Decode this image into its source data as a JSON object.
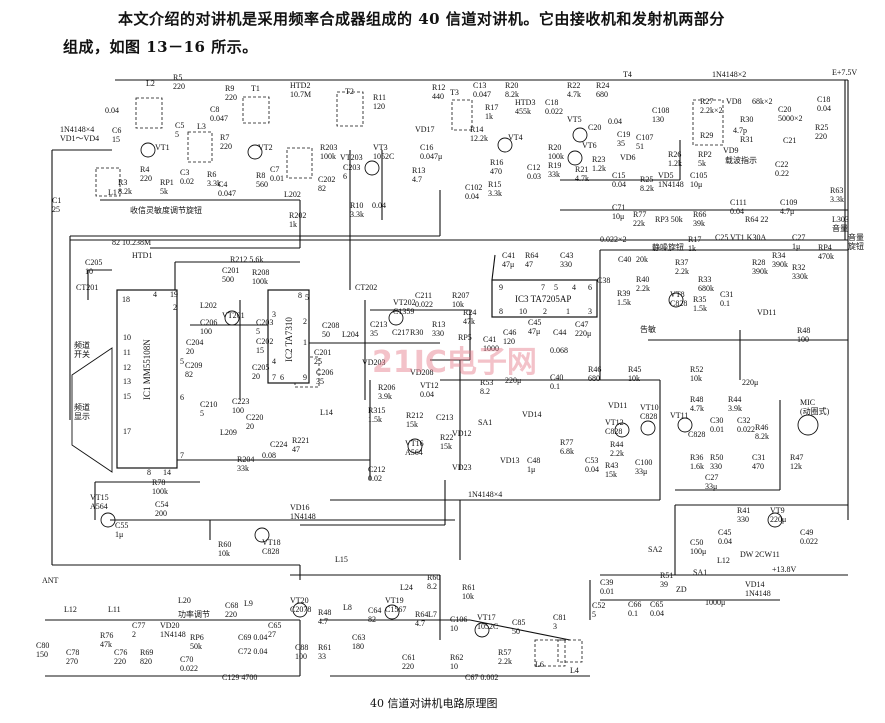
{
  "intro": {
    "line1": "本文介绍的对讲机是采用频率合成器组成的 40 信道对讲机。它由接收机和发射机两部分",
    "line2": "组成，如图 13－16 所示。"
  },
  "caption": "40 信道对讲机电路原理图",
  "watermark": "21IC电子网",
  "ic1": {
    "name": "IC1  MM55108N",
    "pins": [
      "18",
      "4",
      "19",
      "2",
      "10",
      "11",
      "12",
      "13",
      "15",
      "17",
      "5",
      "6",
      "7",
      "8",
      "14"
    ]
  },
  "ic2": {
    "name": "IC2  TA7310",
    "pins": [
      "8",
      "5",
      "3",
      "2",
      "1",
      "4",
      "7",
      "6",
      "9"
    ]
  },
  "ic3": {
    "name": "IC3  TA7205AP",
    "pins": [
      "9",
      "7",
      "5",
      "4",
      "6",
      "8",
      "10",
      "2",
      "1",
      "3"
    ]
  },
  "components": [
    [
      "R5",
      "220"
    ],
    [
      "L2"
    ],
    [
      "0.04"
    ],
    [
      "1N4148×4",
      "VD1～VD4"
    ],
    [
      "C6",
      "15"
    ],
    [
      "VT1"
    ],
    [
      "C5",
      "5"
    ],
    [
      "L3"
    ],
    [
      "R4",
      "220"
    ],
    [
      "RP1",
      "5k"
    ],
    [
      "C3",
      "0.02"
    ],
    [
      "R3",
      "8.2k"
    ],
    [
      "L1"
    ],
    [
      "C1",
      "25"
    ],
    [
      "收信灵敏度调节旋钮"
    ],
    [
      "R6",
      "3.3k"
    ],
    [
      "R7",
      "220"
    ],
    [
      "C4",
      "0.047"
    ],
    [
      "R8",
      "560"
    ],
    [
      "C7",
      "0.01"
    ],
    [
      "L202"
    ],
    [
      "R9",
      "220"
    ],
    [
      "C8",
      "0.047"
    ],
    [
      "T1"
    ],
    [
      "HTD2",
      "10.7M"
    ],
    [
      "T2"
    ],
    [
      "R11",
      "120"
    ],
    [
      "VT2"
    ],
    [
      "R203",
      "100k"
    ],
    [
      "VT203"
    ],
    [
      "C203",
      "6"
    ],
    [
      "C202",
      "82"
    ],
    [
      "R10",
      "3.3k"
    ],
    [
      "0.04"
    ],
    [
      "R202",
      "1k"
    ],
    [
      "VT3",
      "1052C"
    ],
    [
      "VD17"
    ],
    [
      "C16",
      "0.047μ"
    ],
    [
      "R13",
      "4.7"
    ],
    [
      "R12",
      "440"
    ],
    [
      "T3"
    ],
    [
      "C13",
      "0.047"
    ],
    [
      "R20",
      "8.2k"
    ],
    [
      "R17",
      "1k"
    ],
    [
      "HTD3",
      "455k"
    ],
    [
      "C18",
      "0.022"
    ],
    [
      "VT5"
    ],
    [
      "R14",
      "12.2k"
    ],
    [
      "VT4"
    ],
    [
      "R16",
      "470"
    ],
    [
      "C12",
      "0.03"
    ],
    [
      "C102",
      "0.04"
    ],
    [
      "R15",
      "3.3k"
    ],
    [
      "R20",
      "100k"
    ],
    [
      "R19",
      "33k"
    ],
    [
      "R21",
      "4.7k"
    ],
    [
      "R22",
      "4.7k"
    ],
    [
      "R24",
      "680"
    ],
    [
      "T4"
    ],
    [
      "C20"
    ],
    [
      "VT6"
    ],
    [
      "0.04"
    ],
    [
      "C108",
      "130"
    ],
    [
      "C19",
      "35"
    ],
    [
      "C107",
      "51"
    ],
    [
      "R23",
      "1.2k"
    ],
    [
      "VD6"
    ],
    [
      "C15",
      "0.04"
    ],
    [
      "R25",
      "8.2k"
    ],
    [
      "R26",
      "1.2k"
    ],
    [
      "RP2",
      "5k"
    ],
    [
      "载波指示"
    ],
    [
      "VD5",
      "1N4148"
    ],
    [
      "C105",
      "10μ"
    ],
    [
      "R27",
      "2.2k×2"
    ],
    [
      "VD8"
    ],
    [
      "68k×2"
    ],
    [
      "R30"
    ],
    [
      "R31"
    ],
    [
      "4.7p"
    ],
    [
      "R29"
    ],
    [
      "VD9"
    ],
    [
      "C20",
      "5000×2"
    ],
    [
      "C21"
    ],
    [
      "1N4148×2"
    ],
    [
      "E+7.5V"
    ],
    [
      "C18",
      "0.04"
    ],
    [
      "R25",
      "220"
    ],
    [
      "C22",
      "0.22"
    ],
    [
      "R63",
      "3.3k"
    ],
    [
      "C71",
      "10μ"
    ],
    [
      "R77",
      "22k"
    ],
    [
      "RP3  50k"
    ],
    [
      "R66",
      "39k"
    ],
    [
      "C111",
      "0.04"
    ],
    [
      "C109",
      "4.7μ"
    ],
    [
      "R64  22"
    ],
    [
      "L303",
      "音量"
    ],
    [
      "82  10.238M"
    ],
    [
      "HTD1"
    ],
    [
      "C205",
      "10"
    ],
    [
      "CT201"
    ],
    [
      "R212  5.6k"
    ],
    [
      "C201",
      "500"
    ],
    [
      "R208",
      "100k"
    ],
    [
      "L202"
    ],
    [
      "VT201"
    ],
    [
      "C206",
      "100"
    ],
    [
      "C203",
      "5"
    ],
    [
      "C202",
      "15"
    ],
    [
      "C204",
      "20"
    ],
    [
      "C209",
      "82"
    ],
    [
      "C208",
      "50"
    ],
    [
      "C201",
      "25"
    ],
    [
      "C206",
      "35"
    ],
    [
      "L204"
    ],
    [
      "C205",
      "20"
    ],
    [
      "CT202"
    ],
    [
      "VT202",
      "C1359"
    ],
    [
      "C211",
      "0.022"
    ],
    [
      "R207",
      "10k"
    ],
    [
      "C213",
      "35"
    ],
    [
      "C217"
    ],
    [
      "R30"
    ],
    [
      "R13",
      "330"
    ],
    [
      "VD203"
    ],
    [
      "VD208"
    ],
    [
      "VT12",
      "0.04"
    ],
    [
      "R206",
      "3.9k"
    ],
    [
      "0.022×2"
    ],
    [
      "C41",
      "47μ"
    ],
    [
      "R64",
      "47"
    ],
    [
      "C43",
      "330"
    ],
    [
      "C38"
    ],
    [
      "C40"
    ],
    [
      "20k"
    ],
    [
      "静噪旋钮"
    ],
    [
      "R40",
      "2.2k"
    ],
    [
      "R39",
      "1.5k"
    ],
    [
      "告敏"
    ],
    [
      "R17",
      "1k"
    ],
    [
      "C25"
    ],
    [
      "VT1  K30A"
    ],
    [
      "C27",
      "1μ"
    ],
    [
      "RP4",
      "470k"
    ],
    [
      "音量",
      "旋钮"
    ],
    [
      "R37",
      "2.2k"
    ],
    [
      "VT8",
      "C828"
    ],
    [
      "R33",
      "680k"
    ],
    [
      "R35",
      "1.5k"
    ],
    [
      "C31",
      "0.1"
    ],
    [
      "R28",
      "390k"
    ],
    [
      "R34",
      "390k"
    ],
    [
      "R32",
      "330k"
    ],
    [
      "VD11"
    ],
    [
      "R48",
      "100"
    ],
    [
      "R24",
      "47k"
    ],
    [
      "RP5"
    ],
    [
      "C41",
      "1000"
    ],
    [
      "C46",
      "120"
    ],
    [
      "C45",
      "47μ"
    ],
    [
      "C44"
    ],
    [
      "0.068"
    ],
    [
      "C47",
      "220μ"
    ],
    [
      "R53",
      "8.2"
    ],
    [
      "220μ"
    ],
    [
      "C40",
      "0.1"
    ],
    [
      "R46",
      "680"
    ],
    [
      "R45",
      "10k"
    ],
    [
      "R52",
      "10k"
    ],
    [
      "220μ"
    ],
    [
      "VD14"
    ],
    [
      "VD13"
    ],
    [
      "C48",
      "1μ"
    ],
    [
      "R77",
      "6.8k"
    ],
    [
      "C53",
      "0.04"
    ],
    [
      "VT12",
      "C828"
    ],
    [
      "R44",
      "2.2k"
    ],
    [
      "R43",
      "15k"
    ],
    [
      "C100",
      "33μ"
    ],
    [
      "VD11"
    ],
    [
      "VT10",
      "C828"
    ],
    [
      "SA1"
    ],
    [
      "VT11"
    ],
    [
      "C828"
    ],
    [
      "R48",
      "4.7k"
    ],
    [
      "C30",
      "0.01"
    ],
    [
      "R44",
      "3.9k"
    ],
    [
      "C32",
      "0.022"
    ],
    [
      "R36",
      "1.6k"
    ],
    [
      "R50",
      "330"
    ],
    [
      "C27",
      "33μ"
    ],
    [
      "R46",
      "8.2k"
    ],
    [
      "C31",
      "470"
    ],
    [
      "R47",
      "12k"
    ],
    [
      "MIC",
      "(动圈式)"
    ],
    [
      "1N4148×4"
    ],
    [
      "R41",
      "330"
    ],
    [
      "VT9",
      "220μ"
    ],
    [
      "C49",
      "0.022"
    ],
    [
      "C50",
      "100μ"
    ],
    [
      "C45",
      "0.04"
    ],
    [
      "DW 2CW11"
    ],
    [
      "SA2"
    ],
    [
      "L12"
    ],
    [
      "频道",
      "开关"
    ],
    [
      "频道",
      "显示"
    ],
    [
      "R204",
      "33k"
    ],
    [
      "0.08"
    ],
    [
      "C210",
      "5"
    ],
    [
      "C223",
      "100"
    ],
    [
      "L209"
    ],
    [
      "C220",
      "20"
    ],
    [
      "C224"
    ],
    [
      "R221",
      "47"
    ],
    [
      "L14"
    ],
    [
      "R315",
      "1.5k"
    ],
    [
      "R212",
      "15k"
    ],
    [
      "C213"
    ],
    [
      "VT16",
      "A564"
    ],
    [
      "R22",
      "15k"
    ],
    [
      "VD12"
    ],
    [
      "VD23"
    ],
    [
      "C212",
      "0.02"
    ],
    [
      "R78",
      "100k"
    ],
    [
      "C54",
      "200"
    ],
    [
      "VT15",
      "A564"
    ],
    [
      "C55",
      "1μ"
    ],
    [
      "VD16",
      "1N4148"
    ],
    [
      "R60",
      "10k"
    ],
    [
      "VT18",
      "C828"
    ],
    [
      "L15"
    ],
    [
      "ANT"
    ],
    [
      "L12"
    ],
    [
      "L11"
    ],
    [
      "L20"
    ],
    [
      "功率调节"
    ],
    [
      "C68",
      "220"
    ],
    [
      "L9"
    ],
    [
      "C65",
      "27"
    ],
    [
      "C80",
      "150"
    ],
    [
      "C78",
      "270"
    ],
    [
      "R76",
      "47k"
    ],
    [
      "C76",
      "220"
    ],
    [
      "C77",
      "2"
    ],
    [
      "VD20",
      "1N4148"
    ],
    [
      "R69",
      "820"
    ],
    [
      "RP6",
      "50k"
    ],
    [
      "C70",
      "0.022"
    ],
    [
      "C69  0.04"
    ],
    [
      "C72  0.04"
    ],
    [
      "C129  4700"
    ],
    [
      "VT20",
      "C2078"
    ],
    [
      "R48",
      "4.7"
    ],
    [
      "L8"
    ],
    [
      "C64",
      "82"
    ],
    [
      "C88",
      "100"
    ],
    [
      "R61",
      "33"
    ],
    [
      "C63",
      "180"
    ],
    [
      "VT19",
      "C1567"
    ],
    [
      "R64",
      "4.7"
    ],
    [
      "L7"
    ],
    [
      "C61",
      "220"
    ],
    [
      "L24"
    ],
    [
      "R60",
      "8.2"
    ],
    [
      "R61",
      "10k"
    ],
    [
      "C106",
      "10"
    ],
    [
      "VT17",
      "1052C"
    ],
    [
      "R62",
      "10"
    ],
    [
      "C67  0.002"
    ],
    [
      "R57",
      "2.2k"
    ],
    [
      "C85",
      "50"
    ],
    [
      "L6"
    ],
    [
      "C81",
      "3"
    ],
    [
      "L4"
    ],
    [
      "C52",
      "5"
    ],
    [
      "C39",
      "0.01"
    ],
    [
      "C66",
      "0.1"
    ],
    [
      "C65",
      "0.04"
    ],
    [
      "R51",
      "39"
    ],
    [
      "ZD"
    ],
    [
      "SA1"
    ],
    [
      "1000μ"
    ],
    [
      "VD14",
      "1N4148"
    ],
    [
      "+13.8V"
    ]
  ]
}
